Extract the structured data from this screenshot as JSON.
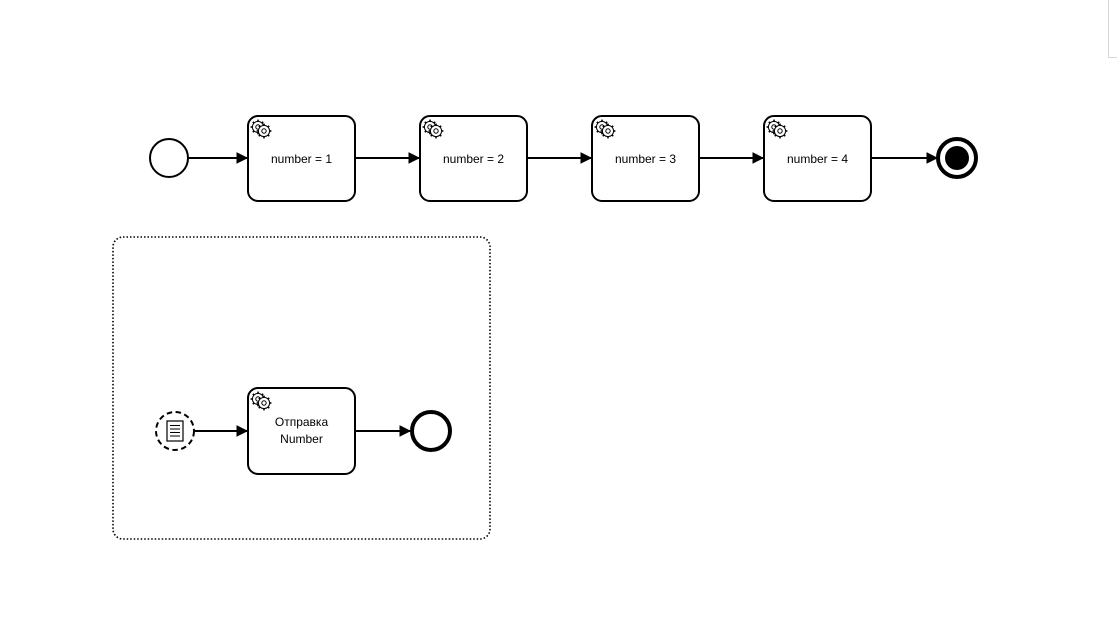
{
  "diagram": {
    "main_flow": {
      "tasks": [
        {
          "id": "task-1",
          "label": "number = 1",
          "icon": "gear-icon"
        },
        {
          "id": "task-2",
          "label": "number = 2",
          "icon": "gear-icon"
        },
        {
          "id": "task-3",
          "label": "number = 3",
          "icon": "gear-icon"
        },
        {
          "id": "task-4",
          "label": "number = 4",
          "icon": "gear-icon"
        }
      ],
      "start_event": "start-event",
      "end_event": "terminate-end-event"
    },
    "event_subprocess": {
      "start_event": "conditional-start-event",
      "start_event_icon": "document-icon",
      "task": {
        "label_lines": [
          "Отправка",
          "Number"
        ],
        "icon": "gear-icon"
      },
      "end_event": "end-event"
    },
    "colors": {
      "stroke": "#000000",
      "fill": "#ffffff"
    }
  }
}
